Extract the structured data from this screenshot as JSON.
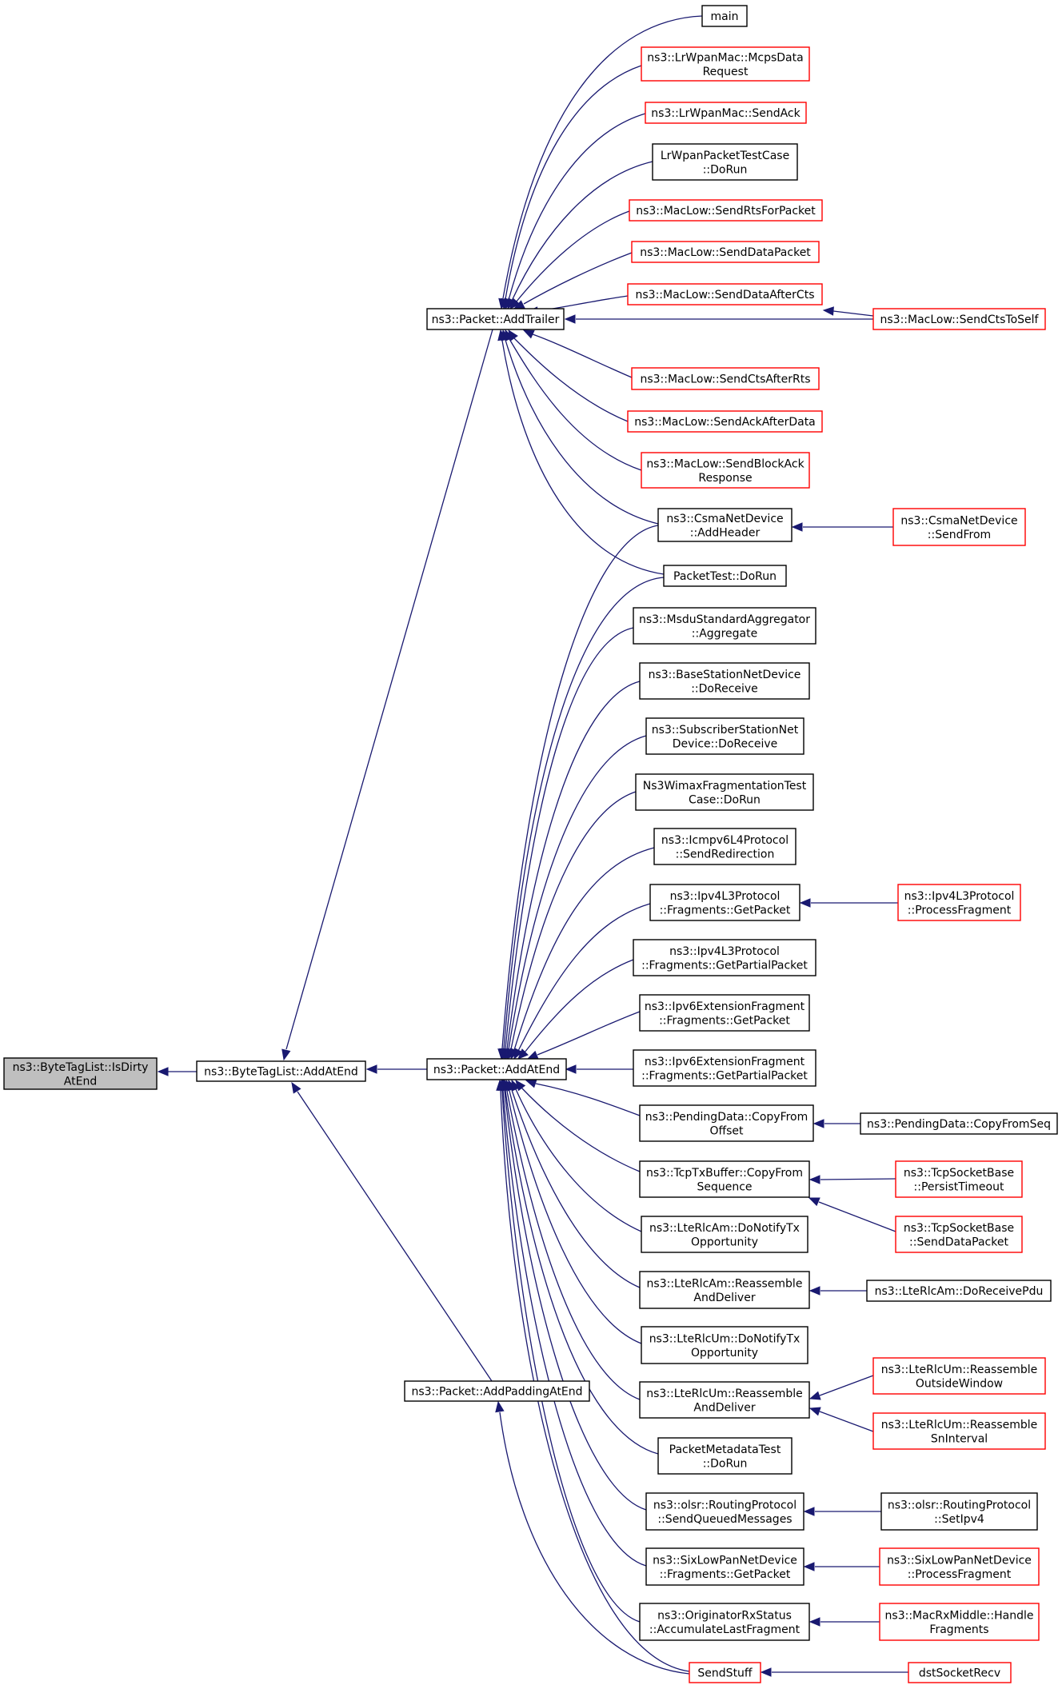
{
  "diagram": {
    "type": "caller-graph",
    "colors": {
      "edge": "#191970",
      "default_border": "#000000",
      "link_border": "#ff0000",
      "focus_fill": "#bfbfbf"
    },
    "nodes": [
      {
        "id": "isdirty",
        "lines": [
          "ns3::ByteTagList::IsDirty",
          "AtEnd"
        ],
        "style": "focus"
      },
      {
        "id": "btl_addatend",
        "lines": [
          "ns3::ByteTagList::AddAtEnd"
        ],
        "style": "black"
      },
      {
        "id": "pkt_addtrailer",
        "lines": [
          "ns3::Packet::AddTrailer"
        ],
        "style": "black"
      },
      {
        "id": "pkt_addatend",
        "lines": [
          "ns3::Packet::AddAtEnd"
        ],
        "style": "black"
      },
      {
        "id": "pkt_addpadding",
        "lines": [
          "ns3::Packet::AddPaddingAtEnd"
        ],
        "style": "black"
      },
      {
        "id": "main",
        "lines": [
          "main"
        ],
        "style": "black"
      },
      {
        "id": "mcpsdata",
        "lines": [
          "ns3::LrWpanMac::McpsData",
          "Request"
        ],
        "style": "red"
      },
      {
        "id": "lrsendack",
        "lines": [
          "ns3::LrWpanMac::SendAck"
        ],
        "style": "red"
      },
      {
        "id": "lrwpantest",
        "lines": [
          "LrWpanPacketTestCase",
          "::DoRun"
        ],
        "style": "black"
      },
      {
        "id": "sendrts",
        "lines": [
          "ns3::MacLow::SendRtsForPacket"
        ],
        "style": "red"
      },
      {
        "id": "senddata",
        "lines": [
          "ns3::MacLow::SendDataPacket"
        ],
        "style": "red"
      },
      {
        "id": "senddataaftercts",
        "lines": [
          "ns3::MacLow::SendDataAfterCts"
        ],
        "style": "red"
      },
      {
        "id": "sendctstoself",
        "lines": [
          "ns3::MacLow::SendCtsToSelf"
        ],
        "style": "red"
      },
      {
        "id": "sendctsafterrts",
        "lines": [
          "ns3::MacLow::SendCtsAfterRts"
        ],
        "style": "red"
      },
      {
        "id": "sendackafterdata",
        "lines": [
          "ns3::MacLow::SendAckAfterData"
        ],
        "style": "red"
      },
      {
        "id": "sendblockack",
        "lines": [
          "ns3::MacLow::SendBlockAck",
          "Response"
        ],
        "style": "red"
      },
      {
        "id": "csmaaddheader",
        "lines": [
          "ns3::CsmaNetDevice",
          "::AddHeader"
        ],
        "style": "black"
      },
      {
        "id": "csmasendfrom",
        "lines": [
          "ns3::CsmaNetDevice",
          "::SendFrom"
        ],
        "style": "red"
      },
      {
        "id": "packettest",
        "lines": [
          "PacketTest::DoRun"
        ],
        "style": "black"
      },
      {
        "id": "msdu",
        "lines": [
          "ns3::MsduStandardAggregator",
          "::Aggregate"
        ],
        "style": "black"
      },
      {
        "id": "bsnd",
        "lines": [
          "ns3::BaseStationNetDevice",
          "::DoReceive"
        ],
        "style": "black"
      },
      {
        "id": "ssnd",
        "lines": [
          "ns3::SubscriberStationNet",
          "Device::DoReceive"
        ],
        "style": "black"
      },
      {
        "id": "wimaxfrag",
        "lines": [
          "Ns3WimaxFragmentationTest",
          "Case::DoRun"
        ],
        "style": "black"
      },
      {
        "id": "icmpv6",
        "lines": [
          "ns3::Icmpv6L4Protocol",
          "::SendRedirection"
        ],
        "style": "black"
      },
      {
        "id": "ipv4frag",
        "lines": [
          "ns3::Ipv4L3Protocol",
          "::Fragments::GetPacket"
        ],
        "style": "black"
      },
      {
        "id": "ipv4process",
        "lines": [
          "ns3::Ipv4L3Protocol",
          "::ProcessFragment"
        ],
        "style": "red"
      },
      {
        "id": "ipv4partial",
        "lines": [
          "ns3::Ipv4L3Protocol",
          "::Fragments::GetPartialPacket"
        ],
        "style": "black"
      },
      {
        "id": "ipv6frag",
        "lines": [
          "ns3::Ipv6ExtensionFragment",
          "::Fragments::GetPacket"
        ],
        "style": "black"
      },
      {
        "id": "ipv6partial",
        "lines": [
          "ns3::Ipv6ExtensionFragment",
          "::Fragments::GetPartialPacket"
        ],
        "style": "black"
      },
      {
        "id": "pendingoffset",
        "lines": [
          "ns3::PendingData::CopyFrom",
          "Offset"
        ],
        "style": "black"
      },
      {
        "id": "pendingseq",
        "lines": [
          "ns3::PendingData::CopyFromSeq"
        ],
        "style": "black"
      },
      {
        "id": "tcptx",
        "lines": [
          "ns3::TcpTxBuffer::CopyFrom",
          "Sequence"
        ],
        "style": "black"
      },
      {
        "id": "persist",
        "lines": [
          "ns3::TcpSocketBase",
          "::PersistTimeout"
        ],
        "style": "red"
      },
      {
        "id": "tcpsenddata",
        "lines": [
          "ns3::TcpSocketBase",
          "::SendDataPacket"
        ],
        "style": "red"
      },
      {
        "id": "rlcamnotify",
        "lines": [
          "ns3::LteRlcAm::DoNotifyTx",
          "Opportunity"
        ],
        "style": "black"
      },
      {
        "id": "rlcamreassemble",
        "lines": [
          "ns3::LteRlcAm::Reassemble",
          "AndDeliver"
        ],
        "style": "black"
      },
      {
        "id": "rlcamreceive",
        "lines": [
          "ns3::LteRlcAm::DoReceivePdu"
        ],
        "style": "black"
      },
      {
        "id": "rlcumnotify",
        "lines": [
          "ns3::LteRlcUm::DoNotifyTx",
          "Opportunity"
        ],
        "style": "black"
      },
      {
        "id": "rlcumreassemble",
        "lines": [
          "ns3::LteRlcUm::Reassemble",
          "AndDeliver"
        ],
        "style": "black"
      },
      {
        "id": "rlcumoutside",
        "lines": [
          "ns3::LteRlcUm::Reassemble",
          "OutsideWindow"
        ],
        "style": "red"
      },
      {
        "id": "rlcumsn",
        "lines": [
          "ns3::LteRlcUm::Reassemble",
          "SnInterval"
        ],
        "style": "red"
      },
      {
        "id": "pktmeta",
        "lines": [
          "PacketMetadataTest",
          "::DoRun"
        ],
        "style": "black"
      },
      {
        "id": "olsrsend",
        "lines": [
          "ns3::olsr::RoutingProtocol",
          "::SendQueuedMessages"
        ],
        "style": "black"
      },
      {
        "id": "olsrsetipv4",
        "lines": [
          "ns3::olsr::RoutingProtocol",
          "::SetIpv4"
        ],
        "style": "black"
      },
      {
        "id": "sixlowfrag",
        "lines": [
          "ns3::SixLowPanNetDevice",
          "::Fragments::GetPacket"
        ],
        "style": "black"
      },
      {
        "id": "sixlowprocess",
        "lines": [
          "ns3::SixLowPanNetDevice",
          "::ProcessFragment"
        ],
        "style": "red"
      },
      {
        "id": "origrx",
        "lines": [
          "ns3::OriginatorRxStatus",
          "::AccumulateLastFragment"
        ],
        "style": "black"
      },
      {
        "id": "macrxhandle",
        "lines": [
          "ns3::MacRxMiddle::Handle",
          "Fragments"
        ],
        "style": "red"
      },
      {
        "id": "sendstuff",
        "lines": [
          "SendStuff"
        ],
        "style": "red"
      },
      {
        "id": "dstsocket",
        "lines": [
          "dstSocketRecv"
        ],
        "style": "red"
      }
    ],
    "edges": [
      {
        "from": "btl_addatend",
        "to": "isdirty"
      },
      {
        "from": "pkt_addtrailer",
        "to": "btl_addatend"
      },
      {
        "from": "pkt_addatend",
        "to": "btl_addatend"
      },
      {
        "from": "pkt_addpadding",
        "to": "btl_addatend"
      },
      {
        "from": "main",
        "to": "pkt_addtrailer"
      },
      {
        "from": "mcpsdata",
        "to": "pkt_addtrailer"
      },
      {
        "from": "lrsendack",
        "to": "pkt_addtrailer"
      },
      {
        "from": "lrwpantest",
        "to": "pkt_addtrailer"
      },
      {
        "from": "sendrts",
        "to": "pkt_addtrailer"
      },
      {
        "from": "senddata",
        "to": "pkt_addtrailer"
      },
      {
        "from": "senddataaftercts",
        "to": "pkt_addtrailer"
      },
      {
        "from": "sendctstoself",
        "to": "pkt_addtrailer"
      },
      {
        "from": "sendctstoself",
        "to": "senddataaftercts"
      },
      {
        "from": "sendctsafterrts",
        "to": "pkt_addtrailer"
      },
      {
        "from": "sendackafterdata",
        "to": "pkt_addtrailer"
      },
      {
        "from": "sendblockack",
        "to": "pkt_addtrailer"
      },
      {
        "from": "csmaaddheader",
        "to": "pkt_addtrailer"
      },
      {
        "from": "packettest",
        "to": "pkt_addtrailer"
      },
      {
        "from": "csmasendfrom",
        "to": "csmaaddheader"
      },
      {
        "from": "csmaaddheader",
        "to": "pkt_addatend"
      },
      {
        "from": "packettest",
        "to": "pkt_addatend"
      },
      {
        "from": "msdu",
        "to": "pkt_addatend"
      },
      {
        "from": "bsnd",
        "to": "pkt_addatend"
      },
      {
        "from": "ssnd",
        "to": "pkt_addatend"
      },
      {
        "from": "wimaxfrag",
        "to": "pkt_addatend"
      },
      {
        "from": "icmpv6",
        "to": "pkt_addatend"
      },
      {
        "from": "ipv4frag",
        "to": "pkt_addatend"
      },
      {
        "from": "ipv4process",
        "to": "ipv4frag"
      },
      {
        "from": "ipv4partial",
        "to": "pkt_addatend"
      },
      {
        "from": "ipv6frag",
        "to": "pkt_addatend"
      },
      {
        "from": "ipv6partial",
        "to": "pkt_addatend"
      },
      {
        "from": "pendingoffset",
        "to": "pkt_addatend"
      },
      {
        "from": "pendingseq",
        "to": "pendingoffset"
      },
      {
        "from": "tcptx",
        "to": "pkt_addatend"
      },
      {
        "from": "persist",
        "to": "tcptx"
      },
      {
        "from": "tcpsenddata",
        "to": "tcptx"
      },
      {
        "from": "rlcamnotify",
        "to": "pkt_addatend"
      },
      {
        "from": "rlcamreassemble",
        "to": "pkt_addatend"
      },
      {
        "from": "rlcamreceive",
        "to": "rlcamreassemble"
      },
      {
        "from": "rlcumnotify",
        "to": "pkt_addatend"
      },
      {
        "from": "rlcumreassemble",
        "to": "pkt_addatend"
      },
      {
        "from": "rlcumoutside",
        "to": "rlcumreassemble"
      },
      {
        "from": "rlcumsn",
        "to": "rlcumreassemble"
      },
      {
        "from": "pktmeta",
        "to": "pkt_addatend"
      },
      {
        "from": "olsrsend",
        "to": "pkt_addatend"
      },
      {
        "from": "olsrsetipv4",
        "to": "olsrsend"
      },
      {
        "from": "sixlowfrag",
        "to": "pkt_addatend"
      },
      {
        "from": "sixlowprocess",
        "to": "sixlowfrag"
      },
      {
        "from": "origrx",
        "to": "pkt_addatend"
      },
      {
        "from": "macrxhandle",
        "to": "origrx"
      },
      {
        "from": "sendstuff",
        "to": "pkt_addatend"
      },
      {
        "from": "sendstuff",
        "to": "pkt_addpadding"
      },
      {
        "from": "dstsocket",
        "to": "sendstuff"
      }
    ]
  }
}
